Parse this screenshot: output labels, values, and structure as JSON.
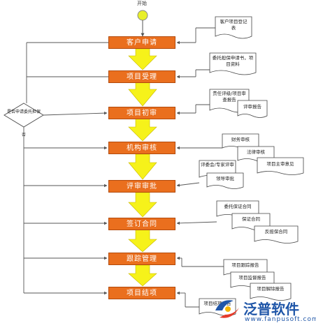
{
  "start_label": "开始",
  "diamond_label": "是否申请委托担保",
  "no_label": "否",
  "steps": [
    "客户申请",
    "项目受理",
    "项目初审",
    "机构审核",
    "评审审批",
    "签订合同",
    "跟踪管理",
    "项目结项"
  ],
  "docs": {
    "d1": "客户项目登记表",
    "d2": "委托担保申请书，项目资料",
    "d3a": "责任评级/项目审查报告",
    "d3b": "评审报告",
    "d4a": "财务审核",
    "d4b": "法律审核",
    "d4c": "项目主审意见",
    "d5a": "评委会/专家评审",
    "d5b": "领导审批",
    "d6a": "委托保证合同",
    "d6b": "保证合同",
    "d6c": "反担保合同",
    "d7a": "项目跟踪报告",
    "d7b": "项目监督报告",
    "d8a": "项目结项报告",
    "d8b": "项目解除报告"
  },
  "watermark": {
    "brand": "泛普软件",
    "url": "www.fanpusoft.com"
  },
  "colors": {
    "step_fill": "#ea6f1e",
    "arrow_fill": "#f6f21a",
    "start_fill": "#e8ef2a",
    "line": "#555555",
    "brand": "#1f56a8"
  }
}
